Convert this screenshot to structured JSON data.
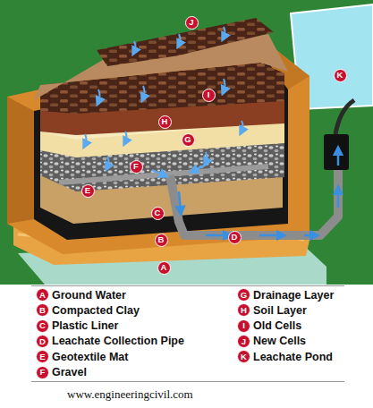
{
  "diagram": {
    "labels": [
      "J",
      "K",
      "I",
      "H",
      "G",
      "F",
      "E",
      "C",
      "B",
      "D",
      "A",
      "A",
      "B",
      "C",
      "D",
      "E",
      "F",
      "G",
      "H",
      "I",
      "J",
      "K",
      "www.engineeringcivil.com"
    ],
    "legend": [
      {
        "text": "Ground Water"
      },
      {
        "text": "Compacted Clay"
      },
      {
        "text": "Plastic Liner"
      },
      {
        "text": "Leachate Collection Pipe"
      },
      {
        "text": "Geotextile Mat"
      },
      {
        "text": "Gravel"
      },
      {
        "text": "Drainage Layer"
      },
      {
        "text": "Soil Layer"
      },
      {
        "text": "Old Cells"
      },
      {
        "text": "New Cells"
      },
      {
        "text": "Leachate Pond"
      }
    ]
  }
}
